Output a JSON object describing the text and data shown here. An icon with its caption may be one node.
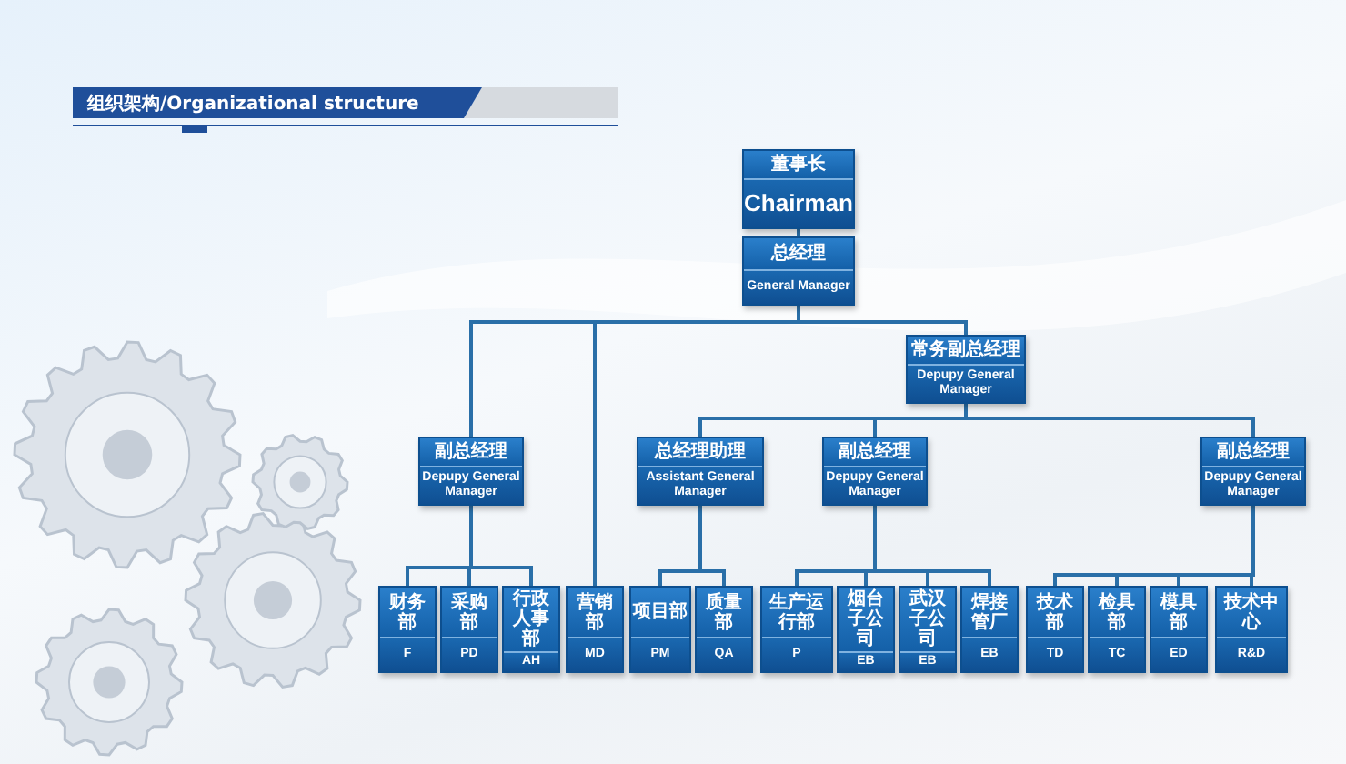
{
  "diagram": {
    "title": "组织架构/Organizational structure",
    "nodes": [
      {
        "text": [
          "董事长",
          "Chairman"
        ]
      },
      {
        "text": [
          "总经理",
          "General Manager"
        ]
      },
      {
        "text": [
          "常务副总经理",
          "Depupy General Manager"
        ]
      },
      {
        "text": [
          "副总经理",
          "Depupy General Manager"
        ]
      },
      {
        "text": [
          "总经理助理",
          "Assistant General Manager"
        ]
      },
      {
        "text": [
          "副总经理",
          "Depupy General Manager"
        ]
      },
      {
        "text": [
          "副总经理",
          "Depupy General Manager"
        ]
      },
      {
        "text": [
          "财务部",
          "F"
        ]
      },
      {
        "text": [
          "采购部",
          "PD"
        ]
      },
      {
        "text": [
          "行政人事部",
          "AH"
        ]
      },
      {
        "text": [
          "营销部",
          "MD"
        ]
      },
      {
        "text": [
          "项目部",
          "PM"
        ]
      },
      {
        "text": [
          "质量部",
          "QA"
        ]
      },
      {
        "text": [
          "生产运行部",
          "P"
        ]
      },
      {
        "text": [
          "烟台子公司",
          "EB"
        ]
      },
      {
        "text": [
          "武汉子公司",
          "EB"
        ]
      },
      {
        "text": [
          "焊接管厂",
          "EB"
        ]
      },
      {
        "text": [
          "技术部",
          "TD"
        ]
      },
      {
        "text": [
          "检具部",
          "TC"
        ]
      },
      {
        "text": [
          "模具部",
          "ED"
        ]
      },
      {
        "text": [
          "技术中心",
          "R&D"
        ]
      }
    ],
    "edges": [
      {
        "from": 0,
        "to": 1,
        "arrow": "none"
      },
      {
        "from": 1,
        "to": 3,
        "arrow": "none"
      },
      {
        "from": 1,
        "to": 10,
        "arrow": "none"
      },
      {
        "from": 1,
        "to": 2,
        "arrow": "none"
      },
      {
        "from": 2,
        "to": 4,
        "arrow": "none"
      },
      {
        "from": 2,
        "to": 5,
        "arrow": "none"
      },
      {
        "from": 2,
        "to": 6,
        "arrow": "none"
      },
      {
        "from": 3,
        "to": 7,
        "arrow": "none"
      },
      {
        "from": 3,
        "to": 8,
        "arrow": "none"
      },
      {
        "from": 3,
        "to": 9,
        "arrow": "none"
      },
      {
        "from": 4,
        "to": 11,
        "arrow": "none"
      },
      {
        "from": 4,
        "to": 12,
        "arrow": "none"
      },
      {
        "from": 5,
        "to": 13,
        "arrow": "none"
      },
      {
        "from": 5,
        "to": 14,
        "arrow": "none"
      },
      {
        "from": 5,
        "to": 15,
        "arrow": "none"
      },
      {
        "from": 5,
        "to": 16,
        "arrow": "none"
      },
      {
        "from": 6,
        "to": 17,
        "arrow": "none"
      },
      {
        "from": 6,
        "to": 18,
        "arrow": "none"
      },
      {
        "from": 6,
        "to": 19,
        "arrow": "none"
      },
      {
        "from": 6,
        "to": 20,
        "arrow": "none"
      }
    ]
  }
}
